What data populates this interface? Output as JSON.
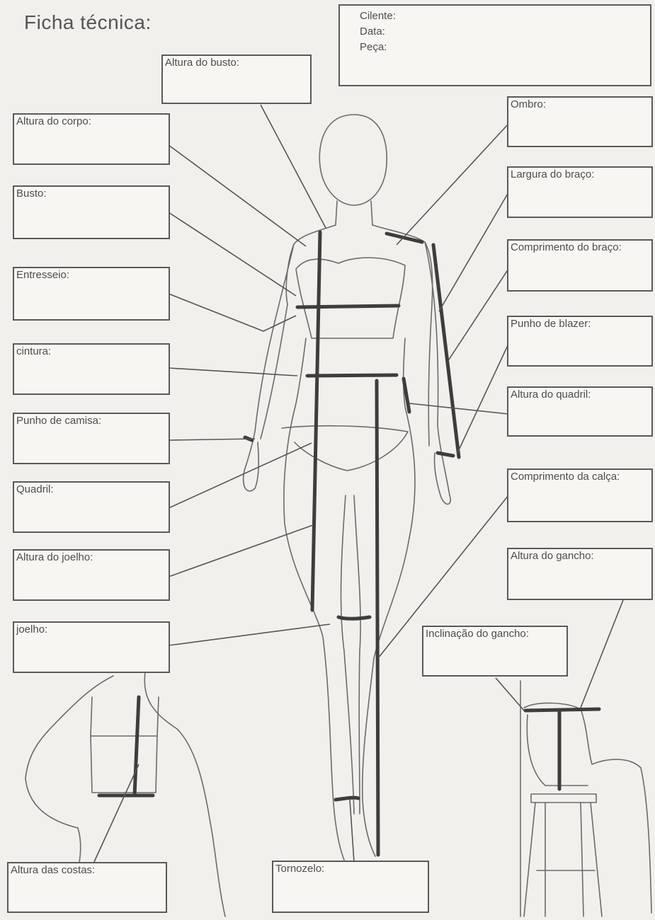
{
  "title": "Ficha técnica:",
  "header": {
    "cliente_label": "Cilente:",
    "data_label": "Data:",
    "peca_label": "Peça:"
  },
  "labels": {
    "altura_busto": "Altura do busto:",
    "altura_corpo": "Altura do corpo:",
    "busto": "Busto:",
    "entresseio": "Entresseio:",
    "cintura": "cintura:",
    "punho_camisa": "Punho de camisa:",
    "quadril": "Quadril:",
    "altura_joelho": "Altura do joelho:",
    "joelho": "joelho:",
    "altura_costas": "Altura das costas:",
    "tornozelo": "Tornozelo:",
    "ombro": "Ombro:",
    "largura_braco": "Largura do braço:",
    "comprimento_braco": "Comprimento do braço:",
    "punho_blazer": "Punho de blazer:",
    "altura_quadril": "Altura do quadril:",
    "comprimento_calca": "Comprimento da calça:",
    "altura_gancho": "Altura do gancho:",
    "inclinacao_gancho": "Inclinação do gancho:"
  }
}
